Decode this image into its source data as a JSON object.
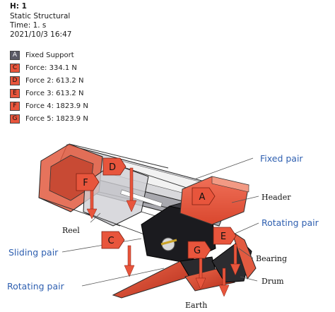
{
  "result": {
    "name": "H: 1",
    "analysis": "Static Structural",
    "time": "Time: 1. s",
    "date": "2021/10/3 16:47"
  },
  "legend": [
    {
      "key": "A",
      "label": "Fixed Support",
      "color": "#5a5a66"
    },
    {
      "key": "C",
      "label": "Force: 334.1 N",
      "color": "#e8553c"
    },
    {
      "key": "D",
      "label": "Force 2: 613.2 N",
      "color": "#e8553c"
    },
    {
      "key": "E",
      "label": "Force 3: 613.2 N",
      "color": "#e8553c"
    },
    {
      "key": "F",
      "label": "Force 4: 1823.9 N",
      "color": "#e8553c"
    },
    {
      "key": "G",
      "label": "Force 5: 1823.9 N",
      "color": "#e8553c"
    }
  ],
  "model_tags": {
    "A": "A",
    "C": "C",
    "D": "D",
    "E": "E",
    "F": "F",
    "G": "G"
  },
  "annotations": {
    "fixed_pair": "Fixed pair",
    "header": "Header",
    "rotating_pair_right": "Rotating pair",
    "reel": "Reel",
    "sliding_pair": "Sliding pair",
    "bearing": "Bearing",
    "rotating_pair_left": "Rotating pair",
    "drum": "Drum",
    "earth": "Earth"
  },
  "colors": {
    "force_red": "#e8553c",
    "support_gray": "#6b6b78",
    "label_blue": "#2e5fb0"
  }
}
